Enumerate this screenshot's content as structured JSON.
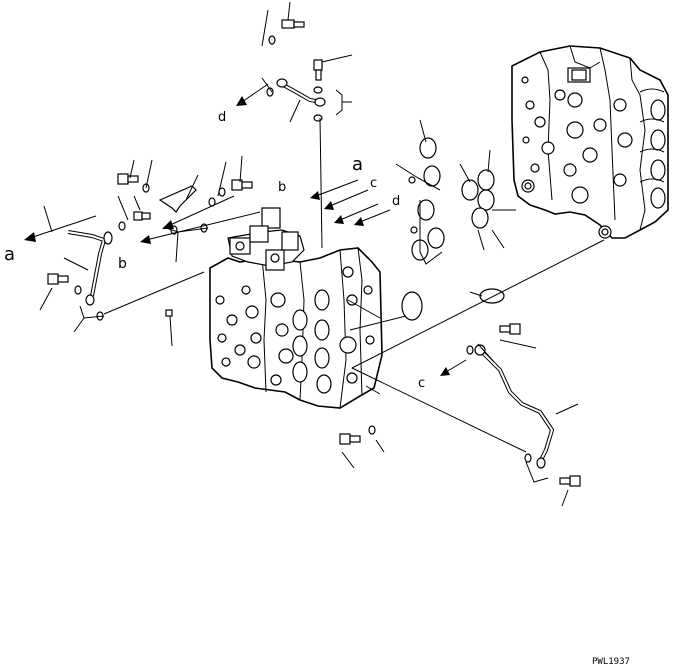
{
  "diagram": {
    "drawing_code": "PWL1937",
    "callouts": [
      {
        "id": "a-left",
        "text": "a"
      },
      {
        "id": "b-left",
        "text": "b"
      },
      {
        "id": "a-top",
        "text": "a"
      },
      {
        "id": "b-top",
        "text": "b"
      },
      {
        "id": "c-top",
        "text": "c"
      },
      {
        "id": "d-top",
        "text": "d"
      },
      {
        "id": "d-upper",
        "text": "d"
      },
      {
        "id": "c-bottom",
        "text": "c"
      }
    ]
  }
}
